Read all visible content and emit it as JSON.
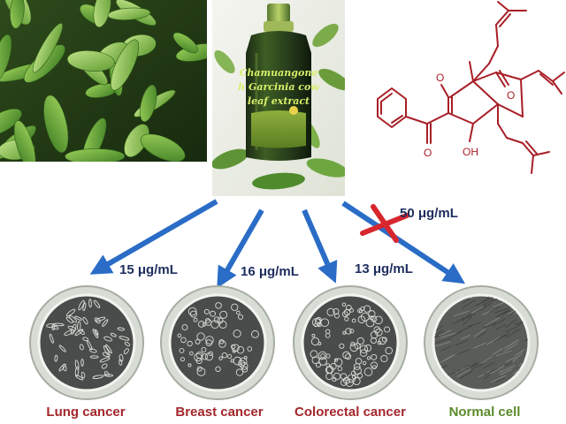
{
  "bottle_label": {
    "line1": "Chamuangone",
    "line2": "h Garcinia cow",
    "line3": "leaf extract"
  },
  "structure_labels": {
    "hydroxyl": "OH"
  },
  "concentrations": {
    "lung": "15 μg/mL",
    "breast": "16 μg/mL",
    "colorectal": "13 μg/mL",
    "normal": "50 μg/mL"
  },
  "cells": [
    {
      "label": "Lung cancer",
      "color": "#a3262b"
    },
    {
      "label": "Breast cancer",
      "color": "#a3262b"
    },
    {
      "label": "Colorectal cancer",
      "color": "#a3262b"
    },
    {
      "label": "Normal cell",
      "color": "#5a8a2a"
    }
  ],
  "colors": {
    "arrow": "#2a6cc6",
    "cross": "#d8262e",
    "structure": "#a81e26"
  }
}
